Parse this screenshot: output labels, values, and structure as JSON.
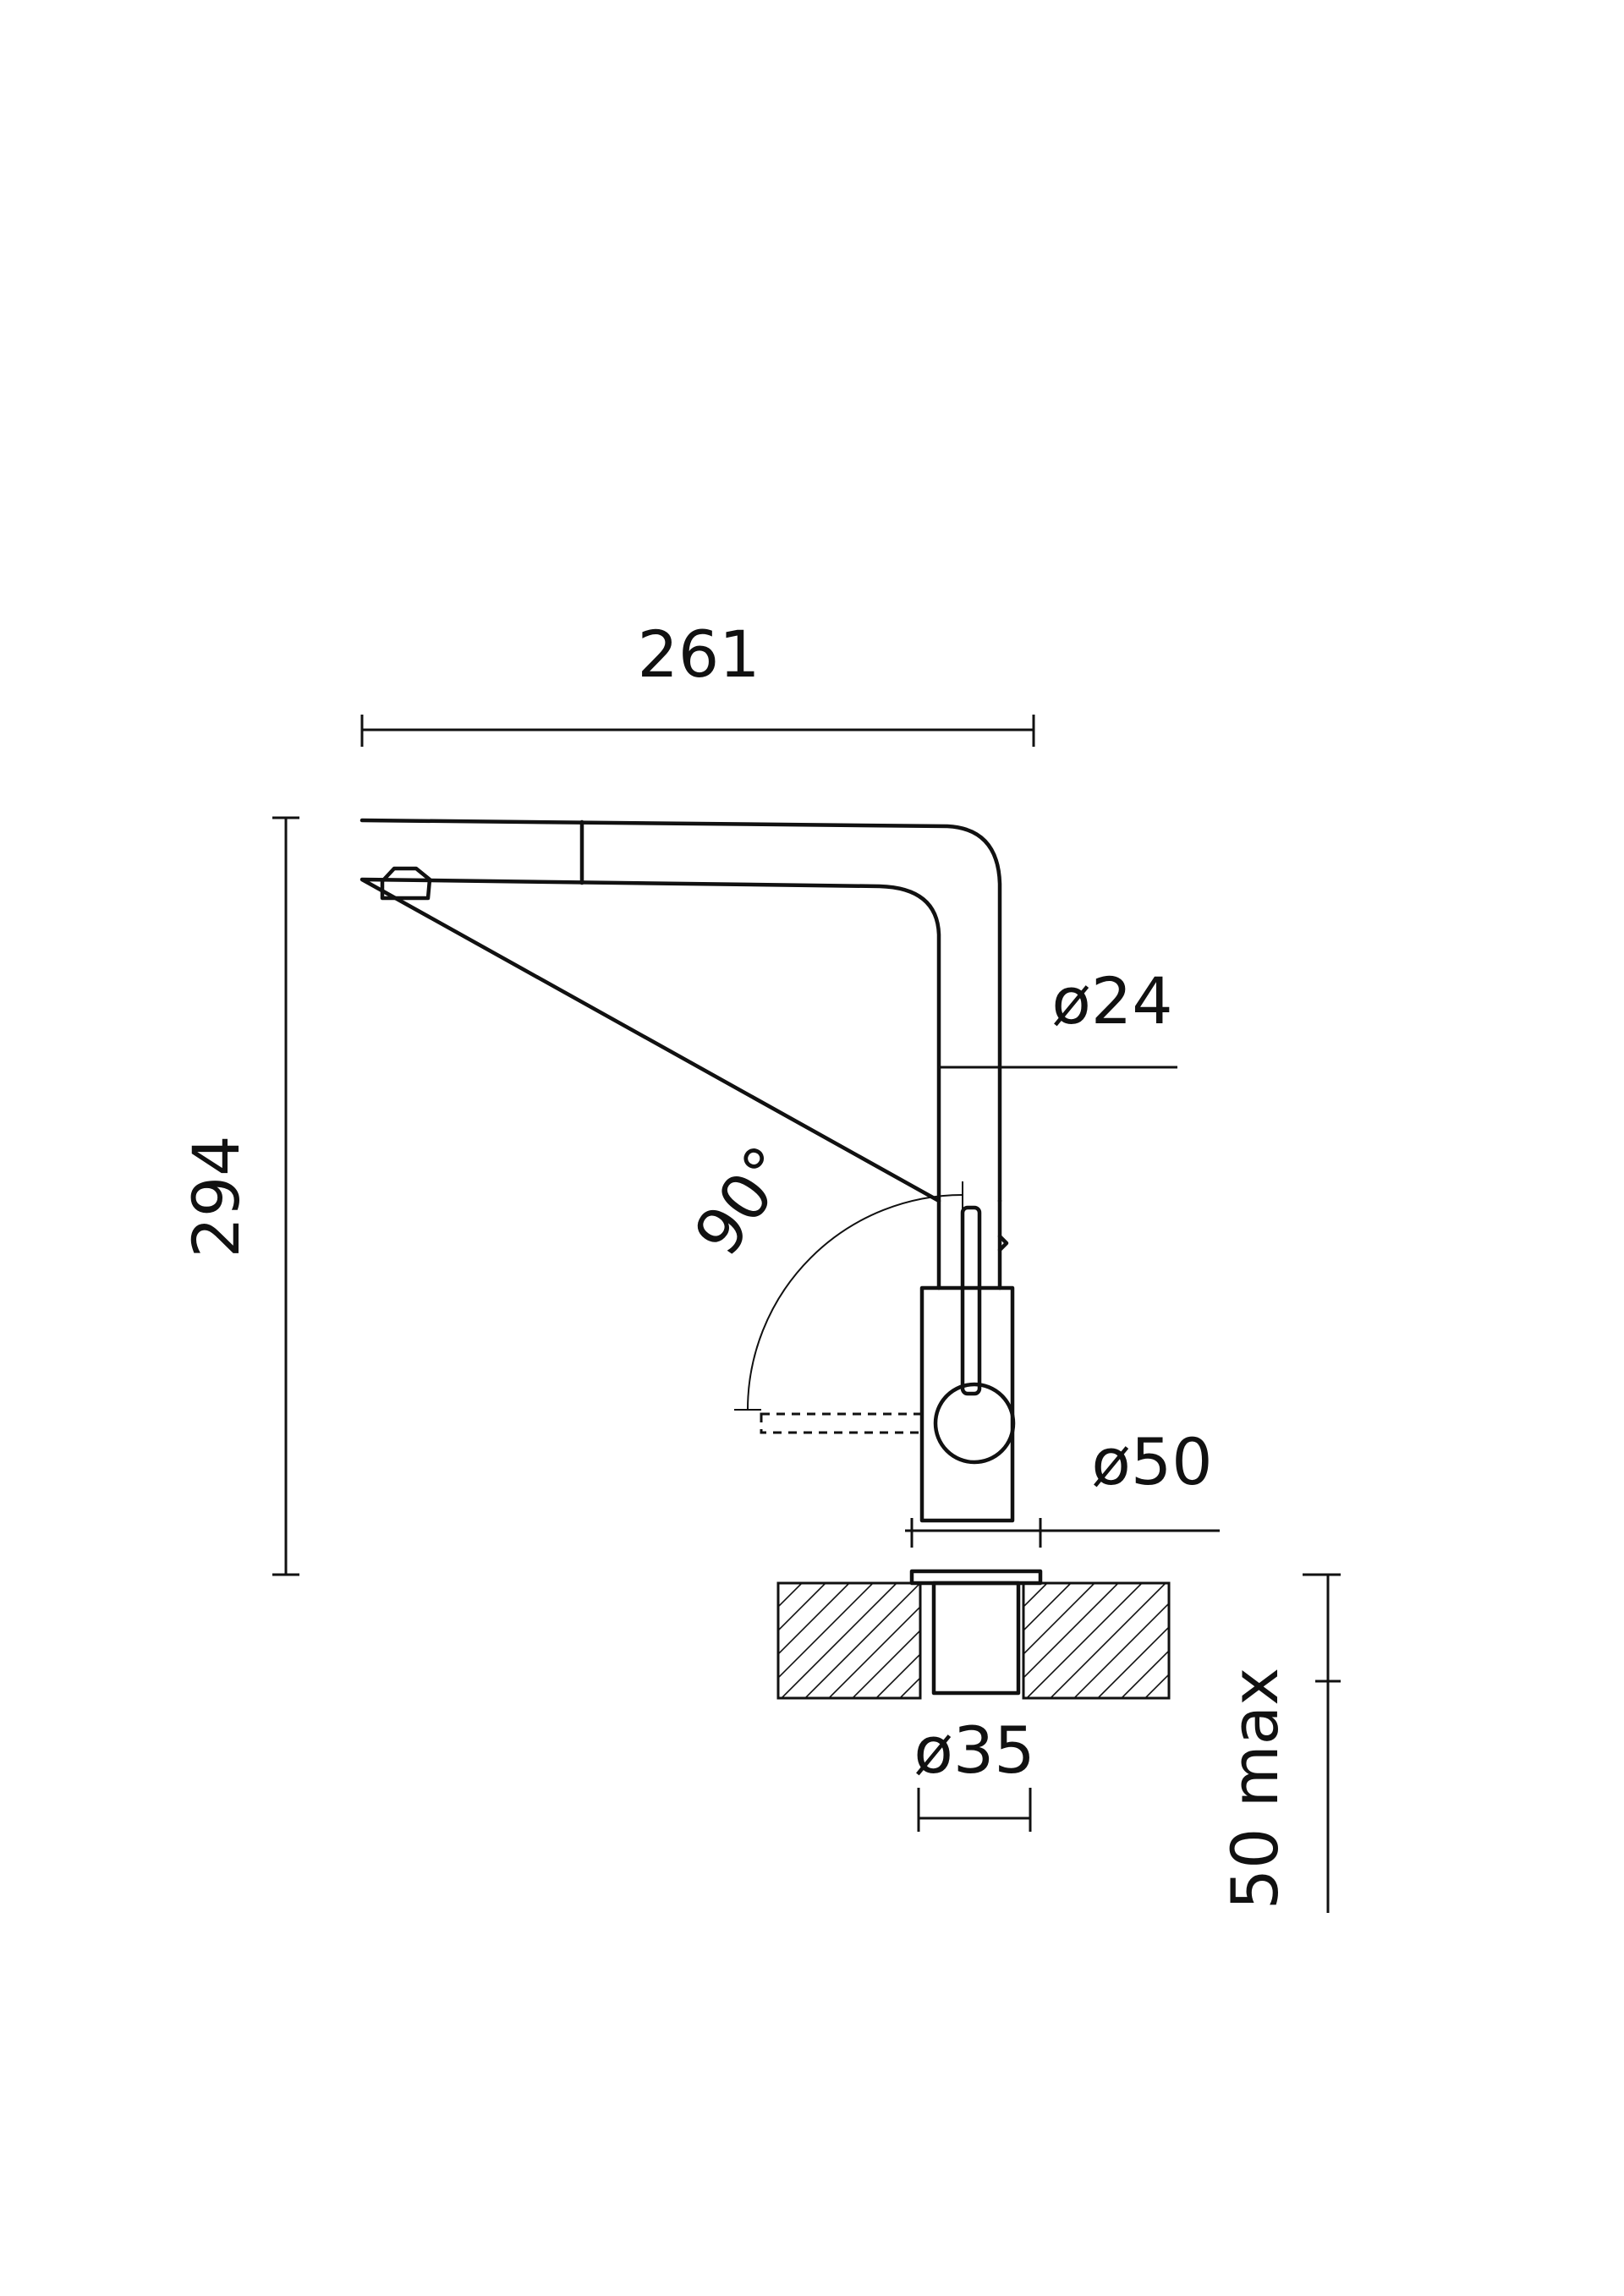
{
  "diagram": {
    "dimensions": {
      "spout_reach": "261",
      "total_height": "294",
      "spout_diameter": "ø24",
      "body_diameter": "ø50",
      "hole_diameter": "ø35",
      "worktop_thickness": "50 max",
      "lever_rotation": "90°"
    }
  }
}
